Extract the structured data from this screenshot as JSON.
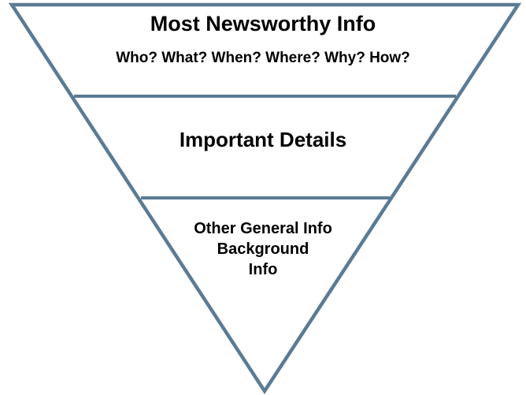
{
  "diagram": {
    "type": "inverted-pyramid",
    "stroke_color": "#5b7b94",
    "background": "#ffffff",
    "tiers": [
      {
        "title": "Most Newsworthy Info",
        "subtitle": "Who? What? When? Where? Why? How?"
      },
      {
        "title": "Important Details"
      },
      {
        "lines": [
          "Other General Info",
          "Background",
          "Info"
        ]
      }
    ]
  }
}
